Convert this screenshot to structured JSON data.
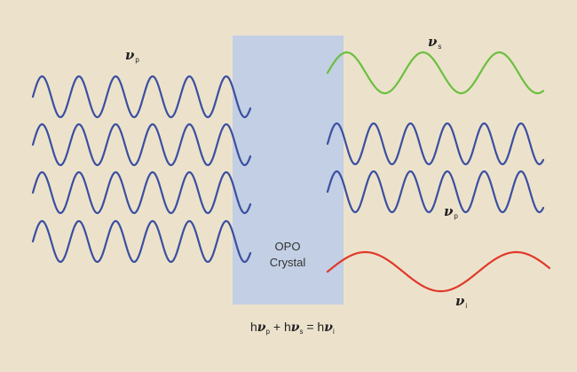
{
  "colors": {
    "background": "#ece2cc",
    "crystal": "#c2cfe4",
    "pump_wave": "#3a4fa0",
    "signal_wave": "#6cbf3f",
    "idler_wave": "#e0392b"
  },
  "crystal": {
    "line1": "OPO",
    "line2": "Crystal"
  },
  "labels": {
    "pump_in": {
      "symbol": "ν",
      "sub": "p"
    },
    "signal": {
      "symbol": "ν",
      "sub": "s"
    },
    "pump_out": {
      "symbol": "ν",
      "sub": "p"
    },
    "idler": {
      "symbol": "ν",
      "sub": "i"
    }
  },
  "equation": {
    "t1": "h",
    "nu1": "ν",
    "s1": "p",
    "plus": " + ",
    "t2": "h",
    "nu2": "ν",
    "s2": "s",
    "eq": " = ",
    "t3": "h",
    "nu3": "ν",
    "s3": "i"
  }
}
